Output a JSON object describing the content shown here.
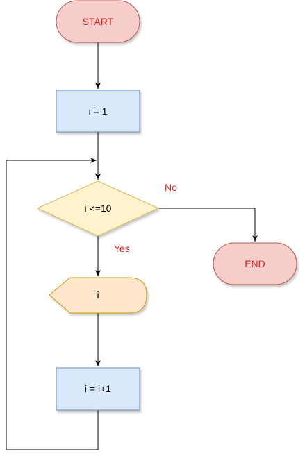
{
  "nodes": {
    "start": {
      "label": "START",
      "fill": "#f8cecc",
      "stroke": "#b85450",
      "text_color": "#e0201b"
    },
    "init": {
      "label": "i  = 1",
      "fill": "#dae8fc",
      "stroke": "#6c8ebf",
      "text_color": "#000000"
    },
    "condition": {
      "label": "i <=10",
      "fill": "#fff2cc",
      "stroke": "#d6b656",
      "text_color": "#000000"
    },
    "output": {
      "label": "i",
      "fill": "#ffe6cc",
      "stroke": "#d79b00",
      "text_color": "#000000"
    },
    "increment": {
      "label": "i = i+1",
      "fill": "#dae8fc",
      "stroke": "#6c8ebf",
      "text_color": "#000000"
    },
    "end": {
      "label": "END",
      "fill": "#f8cecc",
      "stroke": "#b85450",
      "text_color": "#e0201b"
    }
  },
  "edges": {
    "no_label": "No",
    "yes_label": "Yes",
    "label_color": "#e0201b",
    "line_color": "#000000"
  }
}
